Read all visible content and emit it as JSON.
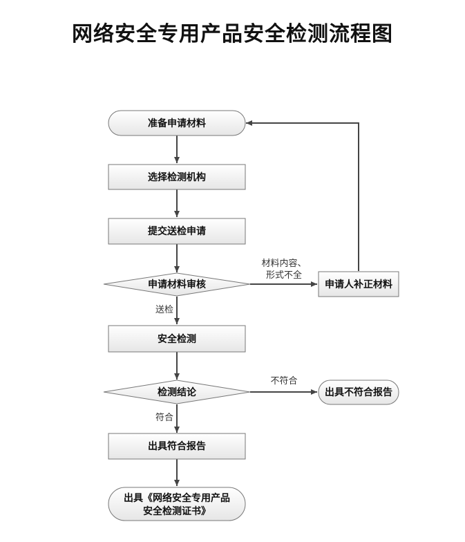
{
  "title": "网络安全专用产品安全检测流程图",
  "nodes": {
    "prepare": "准备申请材料",
    "select_agency": "选择检测机构",
    "submit": "提交送检申请",
    "review": "申请材料审核",
    "supplement": "申请人补正材料",
    "test": "安全检测",
    "conclusion": "检测结论",
    "fail_report": "出具不符合报告",
    "pass_report": "出具符合报告",
    "certificate_line1": "出具《网络安全专用产品",
    "certificate_line2": "安全检测证书》"
  },
  "edges": {
    "incomplete_line1": "材料内容、",
    "incomplete_line2": "形式不全",
    "send": "送检",
    "not_conform": "不符合",
    "conform": "符合"
  }
}
